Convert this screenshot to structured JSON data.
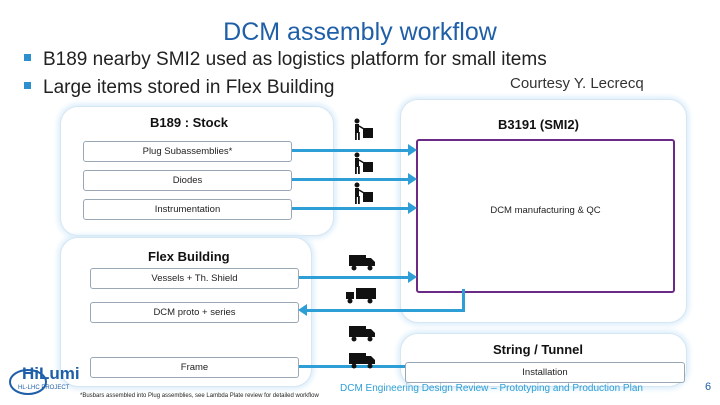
{
  "title": "DCM assembly workflow",
  "bullets": [
    "B189 nearby SMI2 used as logistics platform for small items",
    "Large items stored in Flex Building"
  ],
  "courtesy": "Courtesy Y. Lecrecq",
  "b189": {
    "title": "B189 : Stock",
    "items": [
      "Plug Subassemblies*",
      "Diodes",
      "Instrumentation"
    ]
  },
  "b3191": {
    "title": "B3191 (SMI2)",
    "box_text": "DCM manufacturing & QC"
  },
  "flex": {
    "title": "Flex Building",
    "items": [
      "Vessels + Th. Shield",
      "DCM proto + series",
      "Frame"
    ]
  },
  "string": {
    "title": "String / Tunnel",
    "item": "Installation"
  },
  "footnote": "*Busbars assembled into Plug assemblies, see Lambda Plate review for detailed workflow",
  "footer": "DCM Engineering Design Review – Prototyping and Production Plan",
  "page_number": "6",
  "logo": {
    "text": "HiLumi",
    "subtext": "HL-LHC PROJECT"
  },
  "colors": {
    "accent": "#2e9fd6",
    "title": "#1f5fa8",
    "box": "#6a2a86"
  }
}
